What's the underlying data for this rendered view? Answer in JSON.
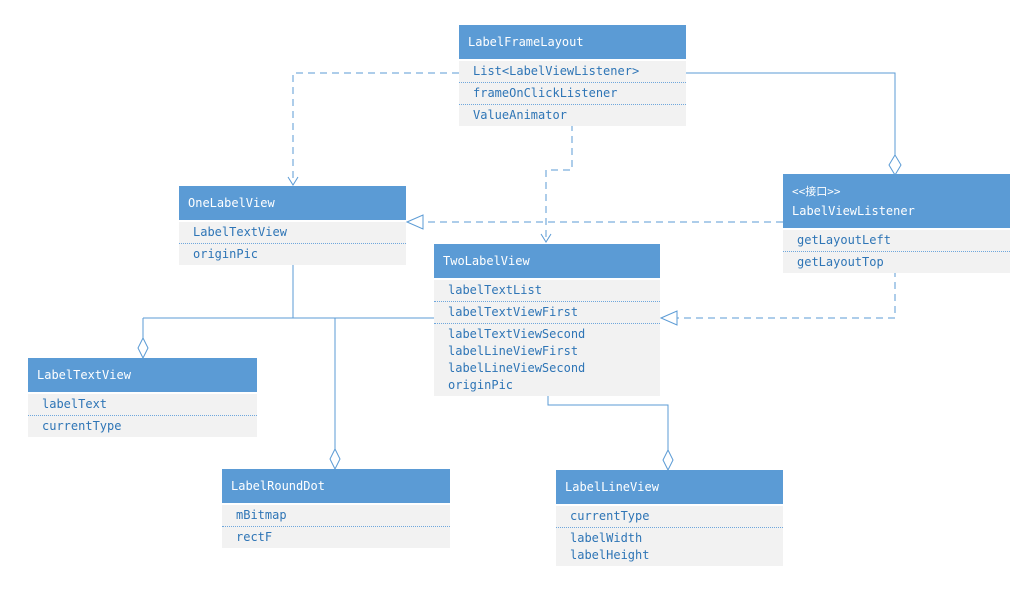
{
  "diagram": {
    "kind": "uml-class-diagram",
    "colors": {
      "header_fill": "#5b9bd5",
      "body_fill": "#f2f2f2",
      "attribute_text": "#2e75b6",
      "header_text": "#ffffff",
      "line": "#5b9bd5",
      "background": "#ffffff"
    }
  },
  "classes": [
    {
      "name": "LabelFrameLayout",
      "stereotype": "",
      "compartments": [
        [
          "List<LabelViewListener>"
        ],
        [
          "frameOnClickListener"
        ],
        [
          "ValueAnimator"
        ]
      ]
    },
    {
      "name": "OneLabelView",
      "stereotype": "",
      "compartments": [
        [
          "LabelTextView"
        ],
        [
          "originPic"
        ]
      ]
    },
    {
      "name": "TwoLabelView",
      "stereotype": "",
      "compartments": [
        [
          "labelTextList"
        ],
        [
          "labelTextViewFirst"
        ],
        [
          "labelTextViewSecond",
          "labelLineViewFirst",
          "labelLineViewSecond",
          "originPic"
        ]
      ]
    },
    {
      "name": "LabelViewListener",
      "stereotype": "<<接口>>",
      "compartments": [
        [
          "getLayoutLeft"
        ],
        [
          "getLayoutTop"
        ]
      ]
    },
    {
      "name": "LabelTextView",
      "stereotype": "",
      "compartments": [
        [
          "labelText"
        ],
        [
          "currentType"
        ]
      ]
    },
    {
      "name": "LabelRoundDot",
      "stereotype": "",
      "compartments": [
        [
          "mBitmap"
        ],
        [
          "rectF"
        ]
      ]
    },
    {
      "name": "LabelLineView",
      "stereotype": "",
      "compartments": [
        [
          "currentType"
        ],
        [
          "labelWidth",
          "labelHeight"
        ]
      ]
    }
  ],
  "relationships": [
    {
      "from": "LabelFrameLayout",
      "to": "OneLabelView",
      "type": "dependency-dashed-arrow"
    },
    {
      "from": "LabelFrameLayout",
      "to": "TwoLabelView",
      "type": "dependency-dashed-arrow"
    },
    {
      "from": "LabelFrameLayout",
      "to": "LabelViewListener",
      "type": "aggregation-hollow-diamond"
    },
    {
      "from": "OneLabelView",
      "to": "LabelViewListener",
      "type": "realization-dashed-hollow-triangle"
    },
    {
      "from": "TwoLabelView",
      "to": "LabelViewListener",
      "type": "realization-dashed-hollow-triangle"
    },
    {
      "from": "OneLabelView",
      "to": "LabelTextView",
      "type": "aggregation-hollow-diamond"
    },
    {
      "from": "OneLabelView",
      "to": "LabelRoundDot",
      "type": "aggregation-hollow-diamond"
    },
    {
      "from": "TwoLabelView",
      "to": "LabelLineView",
      "type": "aggregation-hollow-diamond"
    }
  ]
}
